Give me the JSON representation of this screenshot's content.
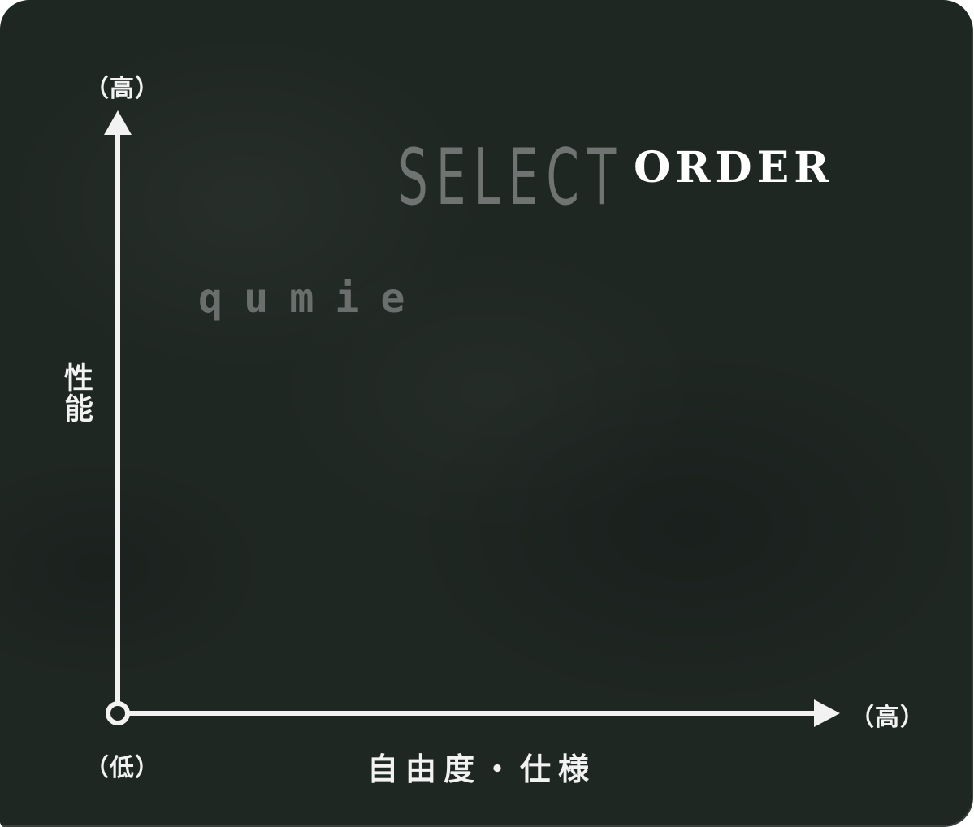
{
  "diagram": {
    "y_axis": {
      "high_label": "（高）",
      "title": "性能"
    },
    "x_axis": {
      "high_label": "（高）",
      "title": "自由度・仕様"
    },
    "origin_label": "（低）"
  },
  "brands": [
    {
      "text": "SELECT",
      "color": "#6f7371"
    },
    {
      "text": "ORDER",
      "color": "#ffffff"
    },
    {
      "text": "qumie",
      "color": "#6a6e6c"
    }
  ],
  "colors": {
    "background": "#1f2723",
    "axis": "#f2f2f2"
  }
}
